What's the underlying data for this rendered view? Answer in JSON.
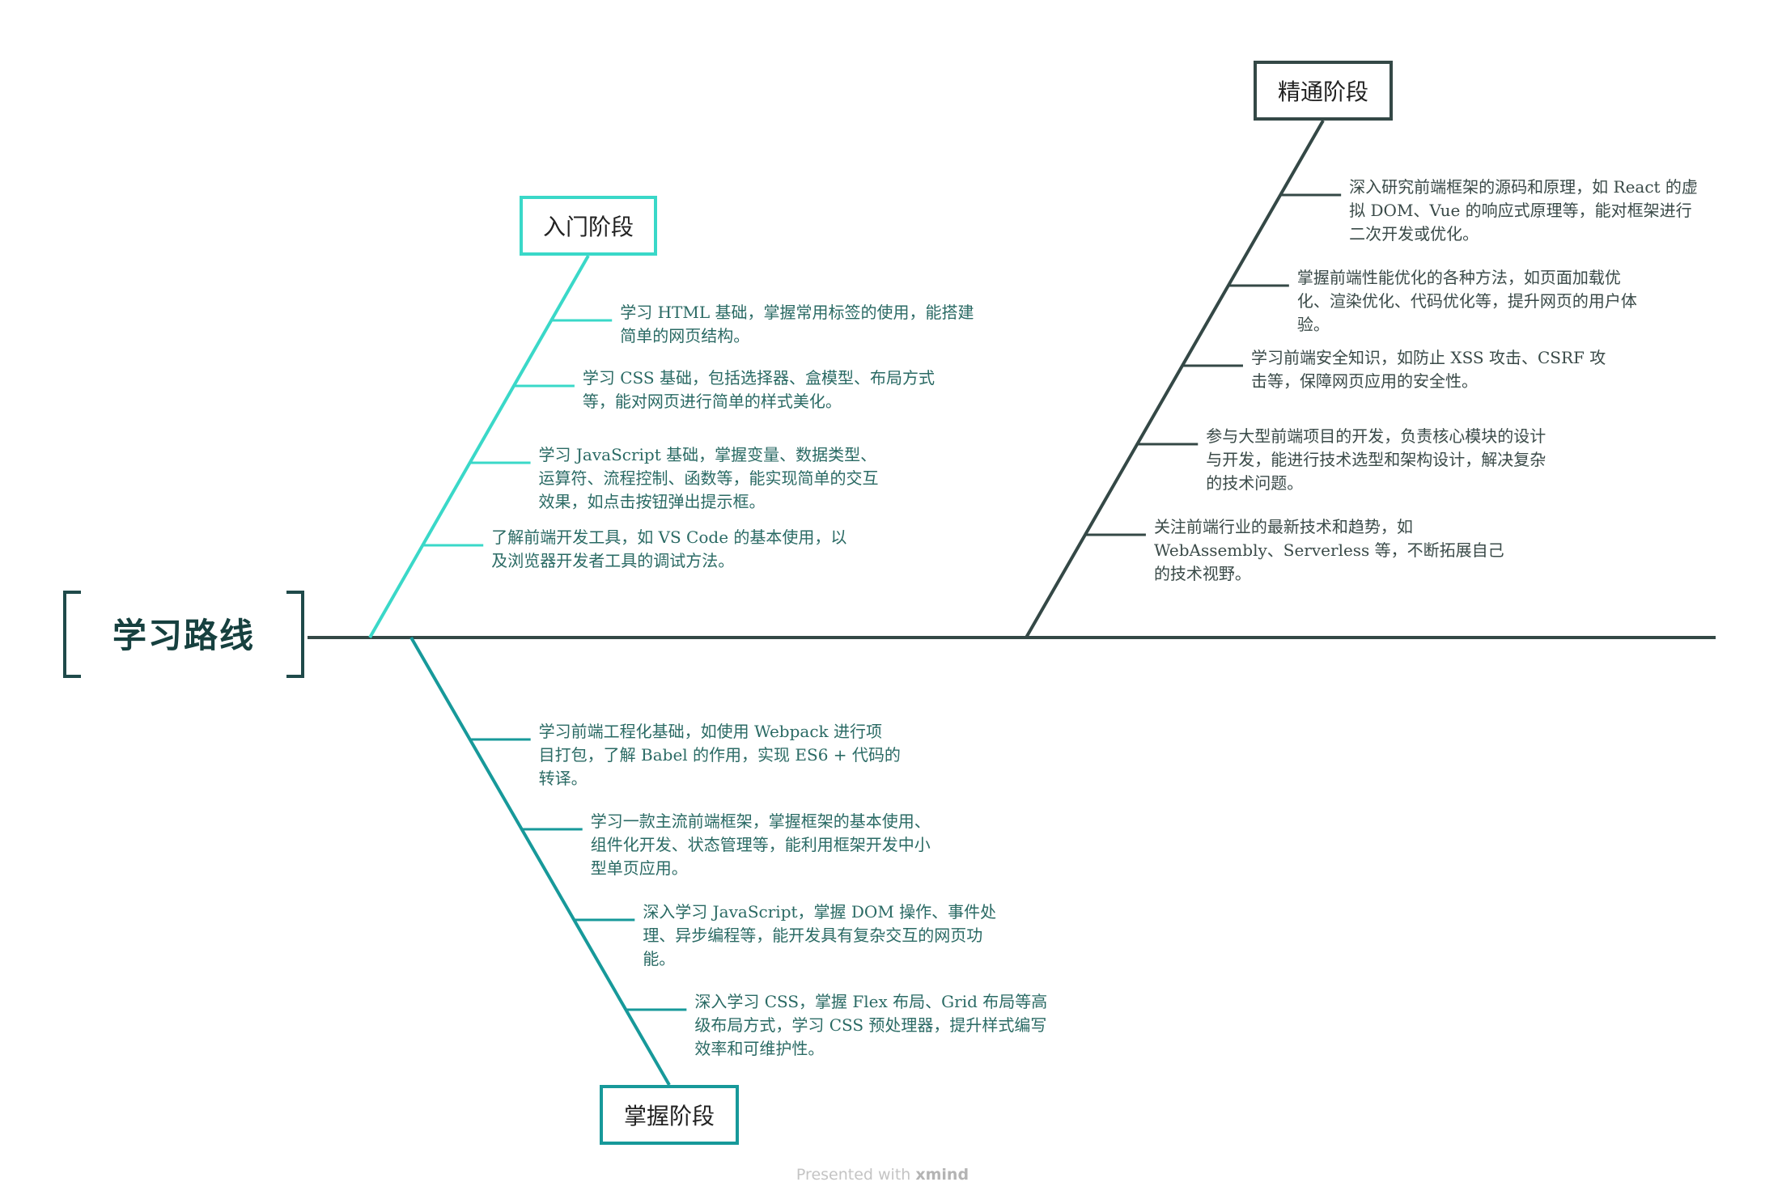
{
  "root": {
    "title": "学习路线"
  },
  "branches": [
    {
      "label": "入门阶段",
      "color": "#3ad8c8",
      "items": [
        [
          "学习 HTML 基础，掌握常用标签的使用，能搭建",
          "简单的网页结构。"
        ],
        [
          "学习 CSS 基础，包括选择器、盒模型、布局方式",
          "等，能对网页进行简单的样式美化。"
        ],
        [
          "学习 JavaScript 基础，掌握变量、数据类型、",
          "运算符、流程控制、函数等，能实现简单的交互",
          "效果，如点击按钮弹出提示框。"
        ],
        [
          "了解前端开发工具，如 VS Code 的基本使用，以",
          "及浏览器开发者工具的调试方法。"
        ]
      ]
    },
    {
      "label": "掌握阶段",
      "color": "#17999a",
      "items": [
        [
          "学习前端工程化基础，如使用 Webpack 进行项",
          "目打包，了解 Babel 的作用，实现 ES6 + 代码的",
          "转译。"
        ],
        [
          "学习一款主流前端框架，掌握框架的基本使用、",
          "组件化开发、状态管理等，能利用框架开发中小",
          "型单页应用。"
        ],
        [
          "深入学习 JavaScript，掌握 DOM 操作、事件处",
          "理、异步编程等，能开发具有复杂交互的网页功",
          "能。"
        ],
        [
          "深入学习 CSS，掌握 Flex 布局、Grid 布局等高",
          "级布局方式，学习 CSS 预处理器，提升样式编写",
          "效率和可维护性。"
        ]
      ]
    },
    {
      "label": "精通阶段",
      "color": "#344846",
      "items": [
        [
          "深入研究前端框架的源码和原理，如 React 的虚",
          "拟 DOM、Vue 的响应式原理等，能对框架进行",
          "二次开发或优化。"
        ],
        [
          "掌握前端性能优化的各种方法，如页面加载优",
          "化、渲染优化、代码优化等，提升网页的用户体",
          "验。"
        ],
        [
          "学习前端安全知识，如防止 XSS 攻击、CSRF 攻",
          "击等，保障网页应用的安全性。"
        ],
        [
          "参与大型前端项目的开发，负责核心模块的设计",
          "与开发，能进行技术选型和架构设计，解决复杂",
          "的技术问题。"
        ],
        [
          "关注前端行业的最新技术和趋势，如",
          "WebAssembly、Serverless 等，不断拓展自己",
          "的技术视野。"
        ]
      ]
    }
  ],
  "footer": {
    "prefix": "Presented with ",
    "brand": "xmind"
  }
}
